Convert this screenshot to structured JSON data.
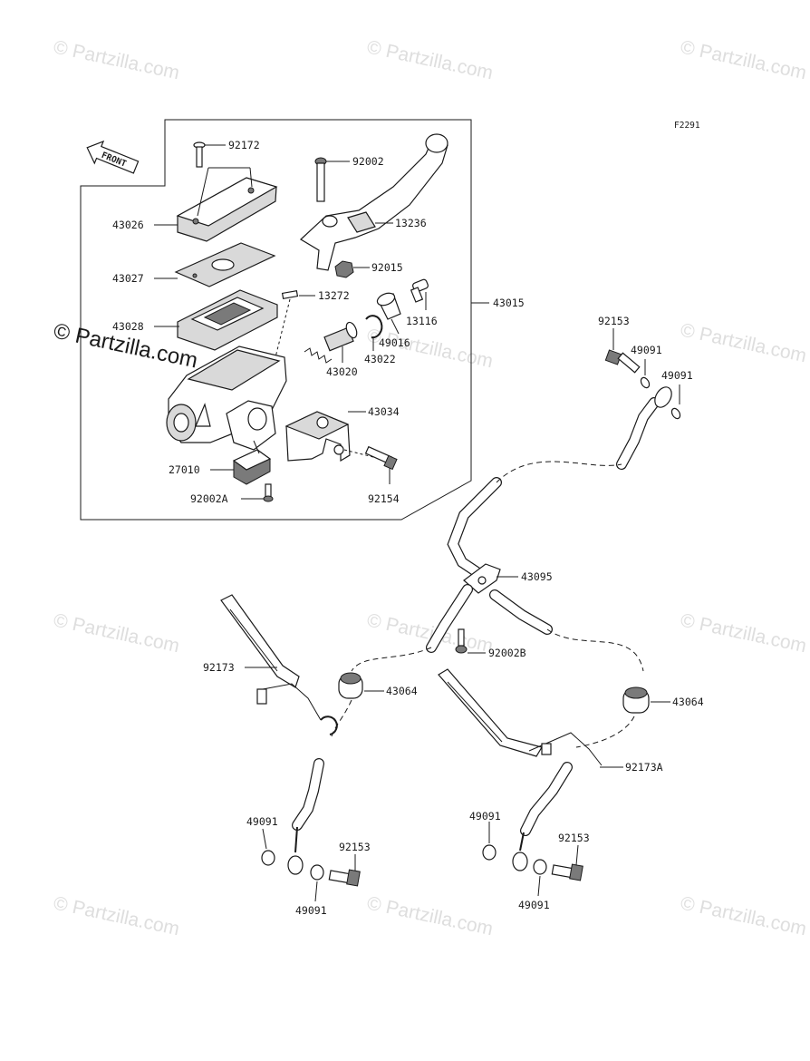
{
  "figure_code": "F2291",
  "front_label": "FRONT",
  "watermark_text": "© Partzilla.com",
  "parts": {
    "p92172": "92172",
    "p92002": "92002",
    "p43026": "43026",
    "p13236": "13236",
    "p43027": "43027",
    "p92015": "92015",
    "p13272": "13272",
    "p43015": "43015",
    "p13116": "13116",
    "p43028": "43028",
    "p49016": "49016",
    "p43022": "43022",
    "p43020": "43020",
    "p43034": "43034",
    "p27010": "27010",
    "p92154": "92154",
    "p92002A": "92002A",
    "p92153_top": "92153",
    "p49091_top1": "49091",
    "p49091_top2": "49091",
    "p43095": "43095",
    "p92002B": "92002B",
    "p92173": "92173",
    "p43064_left": "43064",
    "p43064_right": "43064",
    "p92173A": "92173A",
    "p49091_bl1": "49091",
    "p92153_bl": "92153",
    "p49091_bl2": "49091",
    "p49091_br1": "49091",
    "p92153_br": "92153",
    "p49091_br2": "49091"
  }
}
